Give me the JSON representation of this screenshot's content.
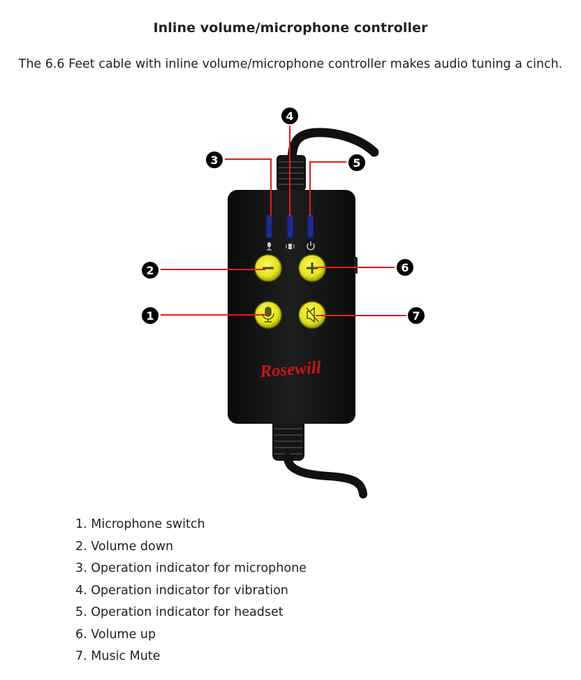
{
  "heading": "Inline volume/microphone controller",
  "intro": "The 6.6 Feet cable with inline volume/microphone controller makes audio tuning a cinch.",
  "figure": {
    "brand_logo": "Rosewill",
    "callouts": [
      "1",
      "2",
      "3",
      "4",
      "5",
      "6",
      "7"
    ],
    "colors": {
      "controller_body": "#111111",
      "button_fill": "#e6e61c",
      "leader_line": "#e41b1b",
      "indicator_led": "#1d2b8a",
      "logo": "#c8141b"
    }
  },
  "features": [
    "1. Microphone switch",
    "2. Volume down",
    "3. Operation indicator for microphone",
    "4. Operation indicator for vibration",
    "5. Operation indicator for headset",
    "6. Volume up",
    "7. Music Mute"
  ]
}
